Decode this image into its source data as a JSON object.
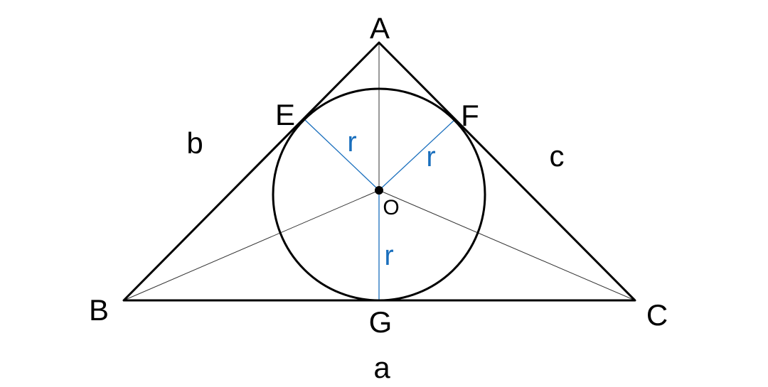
{
  "vertices": {
    "a": "A",
    "b": "B",
    "c": "C"
  },
  "tangent_points": {
    "e": "E",
    "f": "F",
    "g": "G"
  },
  "center": "O",
  "sides": {
    "a": "a",
    "b": "b",
    "c": "c"
  },
  "radius_label": "r",
  "colors": {
    "radius": "#1a6fbd",
    "outline": "#000000",
    "thin_line": "#333333"
  }
}
